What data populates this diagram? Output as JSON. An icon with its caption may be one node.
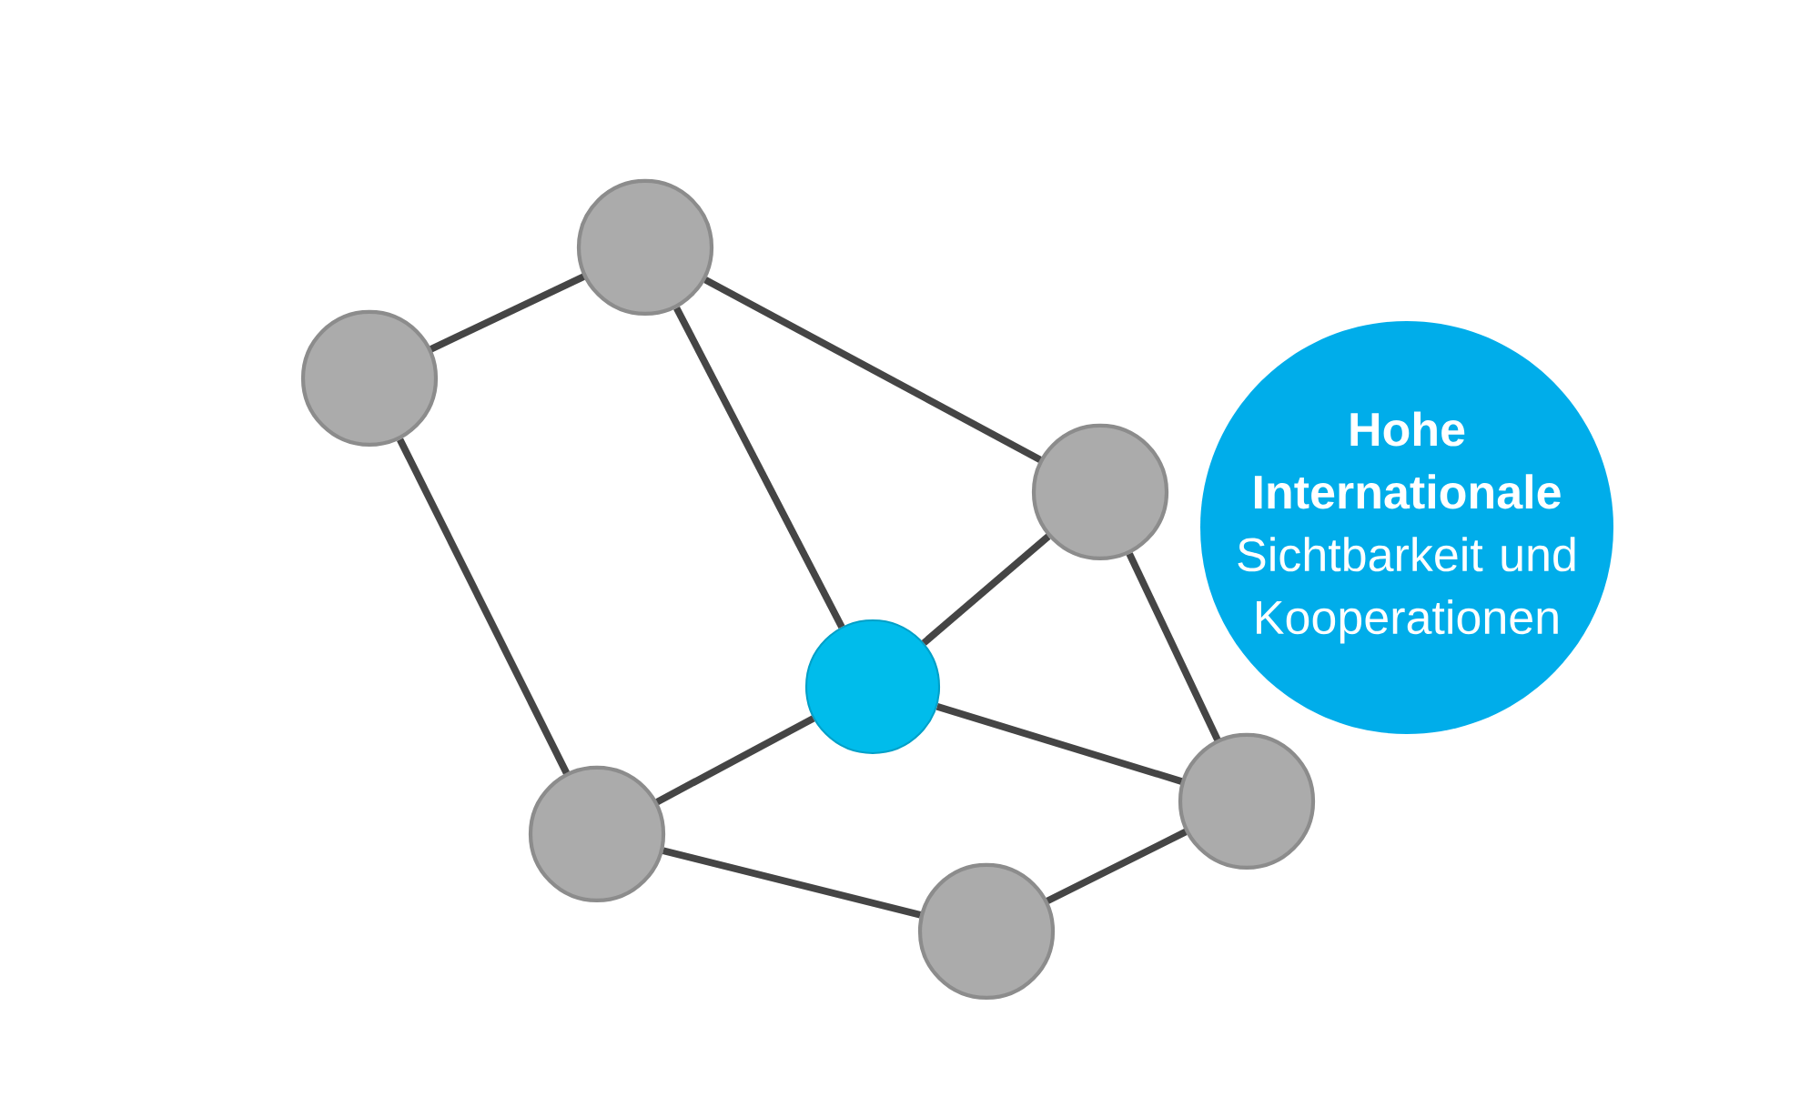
{
  "diagram": {
    "nodes": [
      {
        "text": [],
        "shape": "circle"
      },
      {
        "text": [],
        "shape": "circle"
      },
      {
        "text": [],
        "shape": "circle"
      },
      {
        "text": [],
        "shape": "circle"
      },
      {
        "text": [],
        "shape": "circle"
      },
      {
        "text": [],
        "shape": "circle"
      },
      {
        "text": [],
        "shape": "circle"
      },
      {
        "text": [
          "Hohe Internationale",
          "Sichtbarkeit und Kooperationen"
        ]
      }
    ],
    "edges": [
      {
        "from": 1,
        "to": 0,
        "arrow": "none"
      },
      {
        "from": 0,
        "to": 2,
        "arrow": "none"
      },
      {
        "from": 0,
        "to": 3,
        "arrow": "none"
      },
      {
        "from": 1,
        "to": 4,
        "arrow": "none"
      },
      {
        "from": 2,
        "to": 3,
        "arrow": "none"
      },
      {
        "from": 2,
        "to": 6,
        "arrow": "none"
      },
      {
        "from": 3,
        "to": 4,
        "arrow": "none"
      },
      {
        "from": 3,
        "to": 6,
        "arrow": "none"
      },
      {
        "from": 4,
        "to": 5,
        "arrow": "none"
      },
      {
        "from": 5,
        "to": 6,
        "arrow": "none"
      }
    ]
  }
}
